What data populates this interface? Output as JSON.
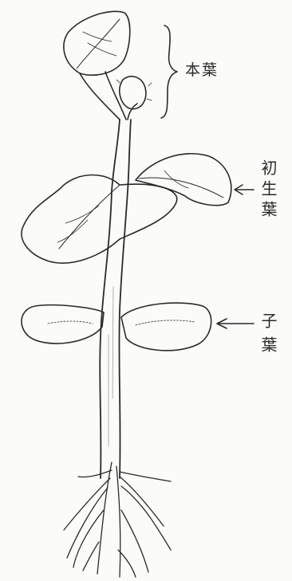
{
  "labels": {
    "true_leaves": "本葉",
    "primary_leaves": "初生葉",
    "cotyledons": "子葉"
  },
  "colors": {
    "line": "#2a2a2a",
    "background": "#fbfbf9"
  }
}
